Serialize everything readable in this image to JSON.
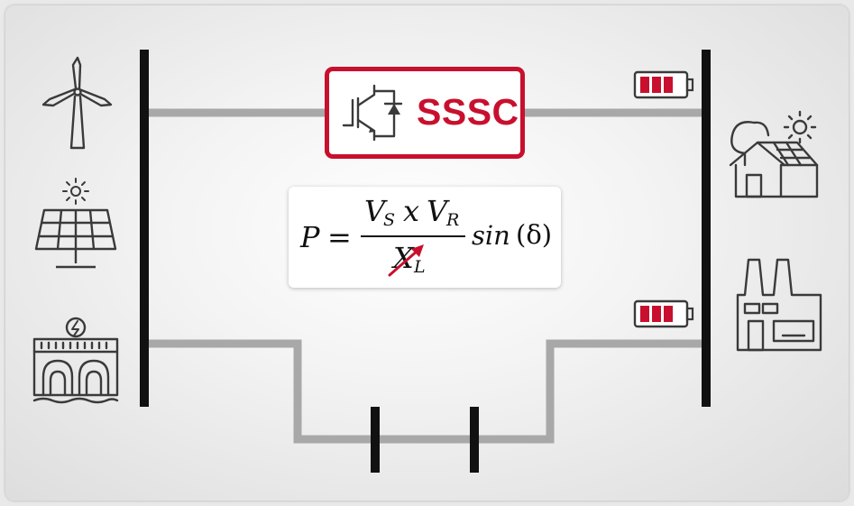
{
  "device_label": "SSSC",
  "formula": {
    "lhs": "P",
    "equals": "=",
    "numerator_v1": "V",
    "numerator_v1_sub": "S",
    "numerator_op": "x",
    "numerator_v2": "V",
    "numerator_v2_sub": "R",
    "denominator": "X",
    "denominator_sub": "L",
    "trig": "sin",
    "angle": "(δ)"
  },
  "colors": {
    "accent": "#c8102e",
    "bus": "#111111",
    "line": "#a8a8a8",
    "icon": "#3a3a3a"
  },
  "icons": {
    "sources": [
      "wind-turbine-icon",
      "solar-panel-icon",
      "hydro-power-plant-icon"
    ],
    "loads": [
      "house-with-solar-icon",
      "factory-icon"
    ],
    "storage": [
      "battery-icon",
      "battery-icon"
    ],
    "device": "igbt-icon"
  }
}
